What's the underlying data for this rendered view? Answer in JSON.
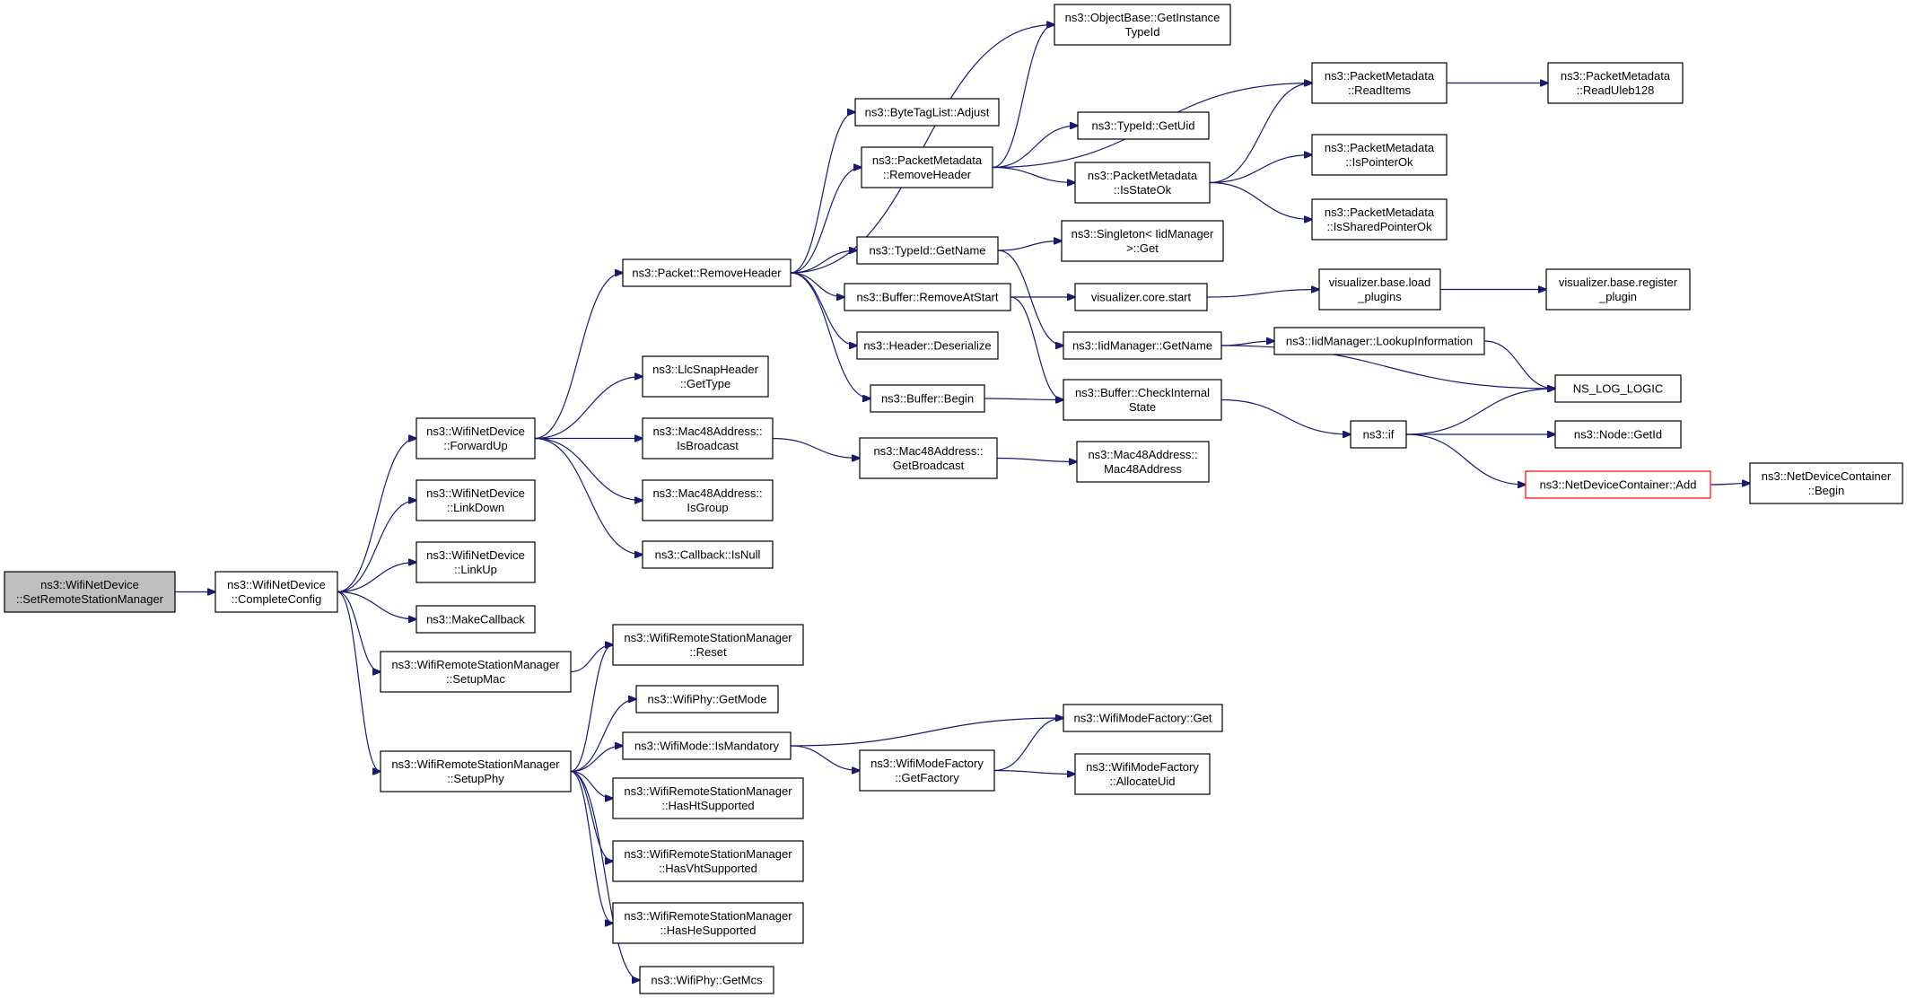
{
  "graph": {
    "colors": {
      "edge": "#191970",
      "root_fill": "#bfbfbf",
      "highlight_border": "#ff0000"
    },
    "nodes": [
      {
        "id": "root",
        "lines": [
          "ns3::WifiNetDevice",
          "::SetRemoteStationManager"
        ],
        "style": "root"
      },
      {
        "id": "completeconfig",
        "lines": [
          "ns3::WifiNetDevice",
          "::CompleteConfig"
        ]
      },
      {
        "id": "forwardup",
        "lines": [
          "ns3::WifiNetDevice",
          "::ForwardUp"
        ]
      },
      {
        "id": "linkdown",
        "lines": [
          "ns3::WifiNetDevice",
          "::LinkDown"
        ]
      },
      {
        "id": "linkup",
        "lines": [
          "ns3::WifiNetDevice",
          "::LinkUp"
        ]
      },
      {
        "id": "makecallback",
        "lines": [
          "ns3::MakeCallback"
        ]
      },
      {
        "id": "setupmac",
        "lines": [
          "ns3::WifiRemoteStationManager",
          "::SetupMac"
        ]
      },
      {
        "id": "setupphy",
        "lines": [
          "ns3::WifiRemoteStationManager",
          "::SetupPhy"
        ]
      },
      {
        "id": "removeheader",
        "lines": [
          "ns3::Packet::RemoveHeader"
        ]
      },
      {
        "id": "llcgettype",
        "lines": [
          "ns3::LlcSnapHeader",
          "::GetType"
        ]
      },
      {
        "id": "isbroadcast",
        "lines": [
          "ns3::Mac48Address::",
          "IsBroadcast"
        ]
      },
      {
        "id": "isgroup",
        "lines": [
          "ns3::Mac48Address::",
          "IsGroup"
        ]
      },
      {
        "id": "isnull",
        "lines": [
          "ns3::Callback::IsNull"
        ]
      },
      {
        "id": "reset",
        "lines": [
          "ns3::WifiRemoteStationManager",
          "::Reset"
        ]
      },
      {
        "id": "getmode",
        "lines": [
          "ns3::WifiPhy::GetMode"
        ]
      },
      {
        "id": "ismandatory",
        "lines": [
          "ns3::WifiMode::IsMandatory"
        ]
      },
      {
        "id": "hasht",
        "lines": [
          "ns3::WifiRemoteStationManager",
          "::HasHtSupported"
        ]
      },
      {
        "id": "hasvht",
        "lines": [
          "ns3::WifiRemoteStationManager",
          "::HasVhtSupported"
        ]
      },
      {
        "id": "hashe",
        "lines": [
          "ns3::WifiRemoteStationManager",
          "::HasHeSupported"
        ]
      },
      {
        "id": "getmcs",
        "lines": [
          "ns3::WifiPhy::GetMcs"
        ]
      },
      {
        "id": "adjust",
        "lines": [
          "ns3::ByteTagList::Adjust"
        ]
      },
      {
        "id": "pmremoveheader",
        "lines": [
          "ns3::PacketMetadata",
          "::RemoveHeader"
        ]
      },
      {
        "id": "typeidgetname",
        "lines": [
          "ns3::TypeId::GetName"
        ]
      },
      {
        "id": "removeatstart",
        "lines": [
          "ns3::Buffer::RemoveAtStart"
        ]
      },
      {
        "id": "deserialize",
        "lines": [
          "ns3::Header::Deserialize"
        ]
      },
      {
        "id": "bufferbegin",
        "lines": [
          "ns3::Buffer::Begin"
        ]
      },
      {
        "id": "getbroadcast",
        "lines": [
          "ns3::Mac48Address::",
          "GetBroadcast"
        ]
      },
      {
        "id": "getfactory",
        "lines": [
          "ns3::WifiModeFactory",
          "::GetFactory"
        ]
      },
      {
        "id": "getinstancetypeid",
        "lines": [
          "ns3::ObjectBase::GetInstance",
          "TypeId"
        ]
      },
      {
        "id": "getuid",
        "lines": [
          "ns3::TypeId::GetUid"
        ]
      },
      {
        "id": "isstateok",
        "lines": [
          "ns3::PacketMetadata",
          "::IsStateOk"
        ]
      },
      {
        "id": "singletonget",
        "lines": [
          "ns3::Singleton< IidManager",
          ">::Get"
        ]
      },
      {
        "id": "vizcorestart",
        "lines": [
          "visualizer.core.start"
        ]
      },
      {
        "id": "iidgetname",
        "lines": [
          "ns3::IidManager::GetName"
        ]
      },
      {
        "id": "checkinternal",
        "lines": [
          "ns3::Buffer::CheckInternal",
          "State"
        ]
      },
      {
        "id": "mac48address",
        "lines": [
          "ns3::Mac48Address::",
          "Mac48Address"
        ]
      },
      {
        "id": "wmfget",
        "lines": [
          "ns3::WifiModeFactory::Get"
        ]
      },
      {
        "id": "allocateuid",
        "lines": [
          "ns3::WifiModeFactory",
          "::AllocateUid"
        ]
      },
      {
        "id": "readitems",
        "lines": [
          "ns3::PacketMetadata",
          "::ReadItems"
        ]
      },
      {
        "id": "ispointerok",
        "lines": [
          "ns3::PacketMetadata",
          "::IsPointerOk"
        ]
      },
      {
        "id": "issharedpointerok",
        "lines": [
          "ns3::PacketMetadata",
          "::IsSharedPointerOk"
        ]
      },
      {
        "id": "loadplugins",
        "lines": [
          "visualizer.base.load",
          "_plugins"
        ]
      },
      {
        "id": "lookupinfo",
        "lines": [
          "ns3::IidManager::LookupInformation"
        ]
      },
      {
        "id": "ns3if",
        "lines": [
          "ns3::if"
        ]
      },
      {
        "id": "readuleb128",
        "lines": [
          "ns3::PacketMetadata",
          "::ReadUleb128"
        ]
      },
      {
        "id": "registerplugin",
        "lines": [
          "visualizer.base.register",
          "_plugin"
        ]
      },
      {
        "id": "nslog",
        "lines": [
          "NS_LOG_LOGIC"
        ]
      },
      {
        "id": "nodegetid",
        "lines": [
          "ns3::Node::GetId"
        ]
      },
      {
        "id": "ndcadd",
        "lines": [
          "ns3::NetDeviceContainer::Add"
        ],
        "style": "red"
      },
      {
        "id": "ndcbegin",
        "lines": [
          "ns3::NetDeviceContainer",
          "::Begin"
        ]
      }
    ],
    "edges": [
      {
        "from": "root",
        "to": "completeconfig"
      },
      {
        "from": "completeconfig",
        "to": "forwardup"
      },
      {
        "from": "completeconfig",
        "to": "linkdown"
      },
      {
        "from": "completeconfig",
        "to": "linkup"
      },
      {
        "from": "completeconfig",
        "to": "makecallback"
      },
      {
        "from": "completeconfig",
        "to": "setupmac"
      },
      {
        "from": "completeconfig",
        "to": "setupphy"
      },
      {
        "from": "forwardup",
        "to": "removeheader"
      },
      {
        "from": "forwardup",
        "to": "llcgettype"
      },
      {
        "from": "forwardup",
        "to": "isbroadcast"
      },
      {
        "from": "forwardup",
        "to": "isgroup"
      },
      {
        "from": "forwardup",
        "to": "isnull"
      },
      {
        "from": "setupmac",
        "to": "reset"
      },
      {
        "from": "setupphy",
        "to": "reset"
      },
      {
        "from": "setupphy",
        "to": "getmode"
      },
      {
        "from": "setupphy",
        "to": "ismandatory"
      },
      {
        "from": "setupphy",
        "to": "hasht"
      },
      {
        "from": "setupphy",
        "to": "hasvht"
      },
      {
        "from": "setupphy",
        "to": "hashe"
      },
      {
        "from": "setupphy",
        "to": "getmcs"
      },
      {
        "from": "removeheader",
        "to": "getinstancetypeid"
      },
      {
        "from": "removeheader",
        "to": "adjust"
      },
      {
        "from": "removeheader",
        "to": "pmremoveheader"
      },
      {
        "from": "removeheader",
        "to": "typeidgetname"
      },
      {
        "from": "removeheader",
        "to": "removeatstart"
      },
      {
        "from": "removeheader",
        "to": "deserialize"
      },
      {
        "from": "removeheader",
        "to": "bufferbegin"
      },
      {
        "from": "isbroadcast",
        "to": "getbroadcast"
      },
      {
        "from": "ismandatory",
        "to": "getfactory"
      },
      {
        "from": "ismandatory",
        "to": "wmfget"
      },
      {
        "from": "pmremoveheader",
        "to": "getinstancetypeid"
      },
      {
        "from": "pmremoveheader",
        "to": "readitems"
      },
      {
        "from": "pmremoveheader",
        "to": "getuid"
      },
      {
        "from": "pmremoveheader",
        "to": "isstateok"
      },
      {
        "from": "typeidgetname",
        "to": "singletonget"
      },
      {
        "from": "typeidgetname",
        "to": "iidgetname"
      },
      {
        "from": "removeatstart",
        "to": "vizcorestart"
      },
      {
        "from": "removeatstart",
        "to": "checkinternal"
      },
      {
        "from": "bufferbegin",
        "to": "checkinternal"
      },
      {
        "from": "getbroadcast",
        "to": "mac48address"
      },
      {
        "from": "getfactory",
        "to": "wmfget"
      },
      {
        "from": "getfactory",
        "to": "allocateuid"
      },
      {
        "from": "isstateok",
        "to": "readitems"
      },
      {
        "from": "isstateok",
        "to": "ispointerok"
      },
      {
        "from": "isstateok",
        "to": "issharedpointerok"
      },
      {
        "from": "vizcorestart",
        "to": "loadplugins"
      },
      {
        "from": "iidgetname",
        "to": "lookupinfo"
      },
      {
        "from": "iidgetname",
        "to": "nslog"
      },
      {
        "from": "checkinternal",
        "to": "ns3if"
      },
      {
        "from": "readitems",
        "to": "readuleb128"
      },
      {
        "from": "loadplugins",
        "to": "registerplugin"
      },
      {
        "from": "lookupinfo",
        "to": "nslog"
      },
      {
        "from": "ns3if",
        "to": "nslog"
      },
      {
        "from": "ns3if",
        "to": "nodegetid"
      },
      {
        "from": "ns3if",
        "to": "ndcadd"
      },
      {
        "from": "ndcadd",
        "to": "ndcbegin"
      }
    ]
  }
}
